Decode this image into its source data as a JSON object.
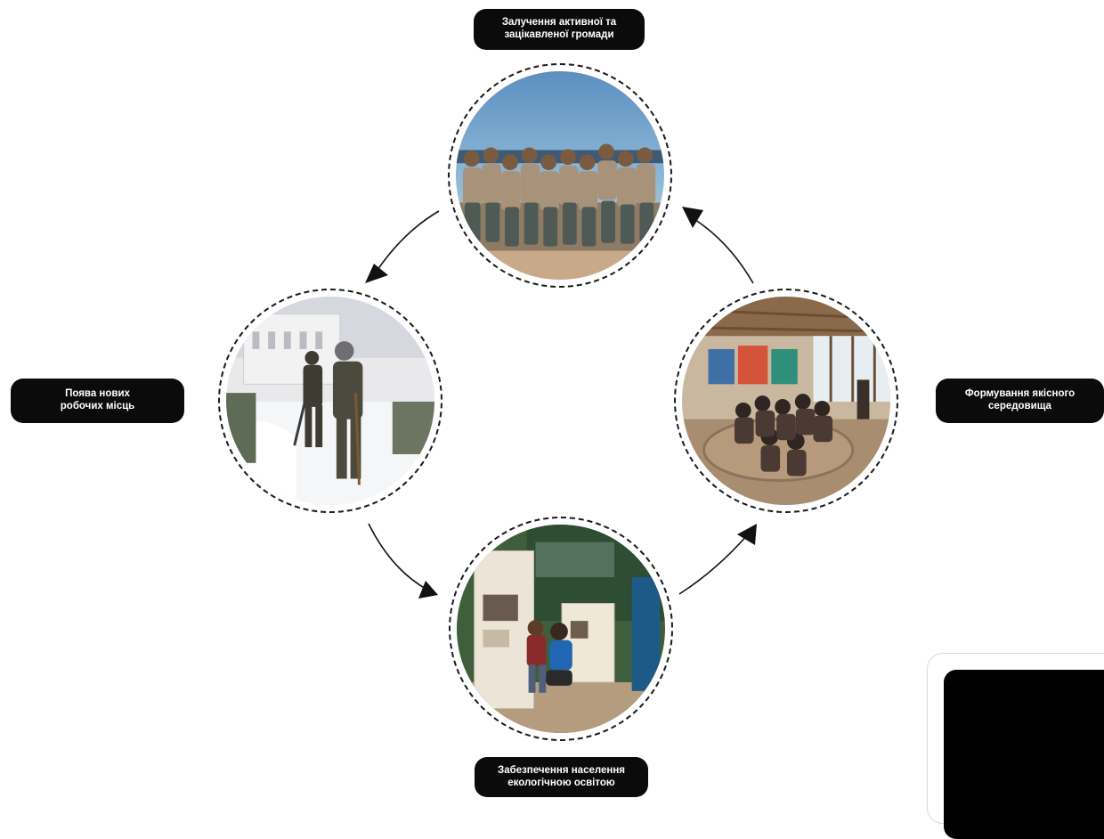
{
  "labels": {
    "top": {
      "line1": "Залучення активної та",
      "line2": "зацікавленої громади"
    },
    "left": {
      "line1": "Поява нових",
      "line2": "робочих місць"
    },
    "right": {
      "line1": "Формування якісного",
      "line2": "середовища"
    },
    "bottom": {
      "line1": "Забезпечення населення",
      "line2": "екологічною освітою"
    }
  },
  "photos": {
    "top": "group-of-rangers-photo",
    "left": "snow-shoveling-workers-photo",
    "right": "community-gathering-room-photo",
    "bottom": "ecological-exhibit-photo"
  },
  "colors": {
    "pill_background": "#0b0b0b",
    "pill_text": "#ffffff",
    "arrow": "#111111"
  }
}
